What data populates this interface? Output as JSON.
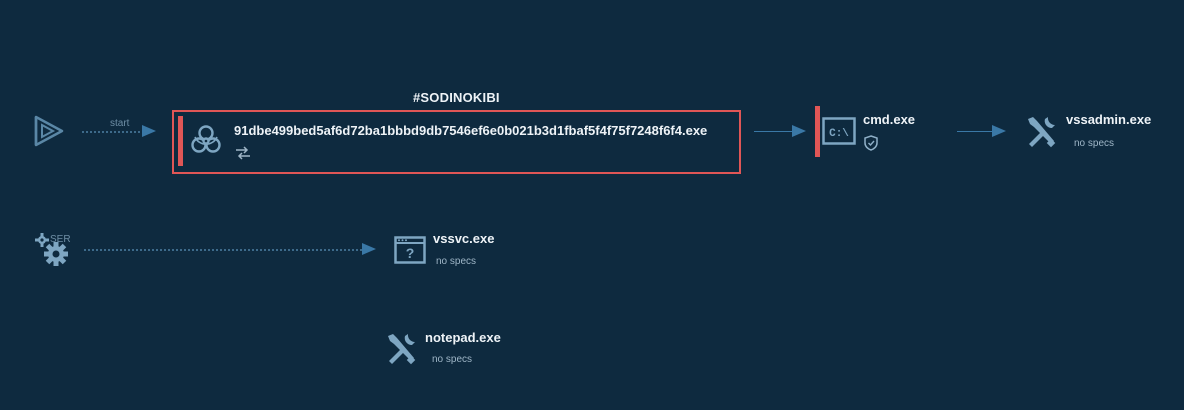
{
  "start_node": {
    "edge_label": "start",
    "icon": "play-icon"
  },
  "service_node": {
    "label": "SER",
    "icon": "gears-icon"
  },
  "main_process": {
    "tag": "#SODINOKIBI",
    "name": "91dbe499bed5af6d72ba1bbbd9db7546ef6e0b021b3d1fbaf5f4f75f7248f6f4.exe",
    "icon": "biohazard-icon",
    "sub_icon": "network-arrows-icon",
    "highlight_color": "#e05656"
  },
  "cmd_process": {
    "name": "cmd.exe",
    "icon": "cmd-icon",
    "sub_icon": "shield-icon"
  },
  "vssadmin_process": {
    "name": "vssadmin.exe",
    "sub": "no specs",
    "icon": "tools-icon"
  },
  "vssvc_process": {
    "name": "vssvc.exe",
    "sub": "no specs",
    "icon": "unknown-window-icon"
  },
  "notepad_process": {
    "name": "notepad.exe",
    "sub": "no specs",
    "icon": "tools-icon"
  },
  "colors": {
    "background": "#0e2a3f",
    "edge": "#3a78a6",
    "icon": "#7ea6c2",
    "alert": "#e05656"
  }
}
